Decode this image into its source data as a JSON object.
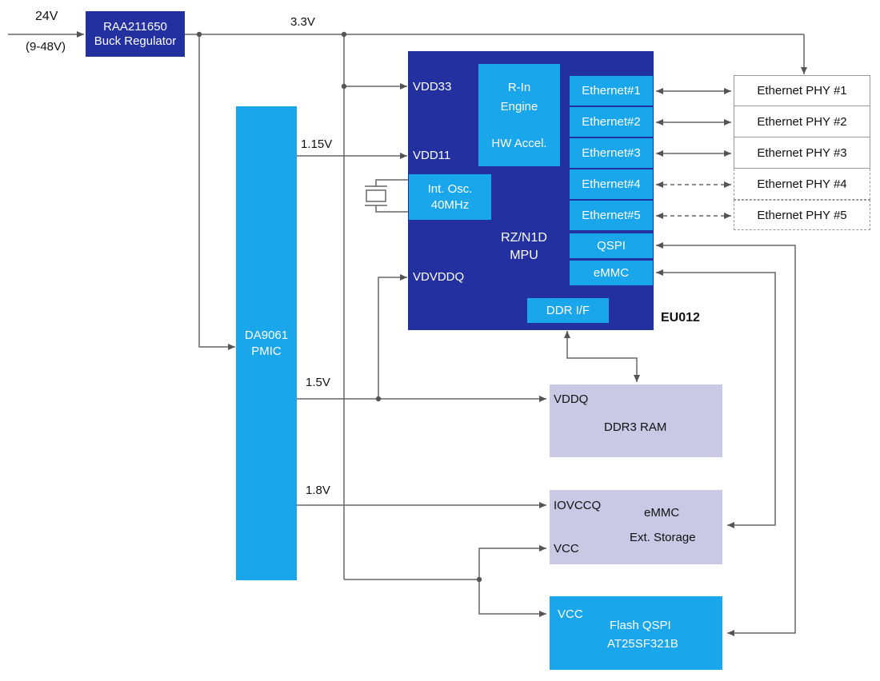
{
  "input": {
    "voltage": "24V",
    "range": "(9-48V)"
  },
  "buck": {
    "line1": "RAA211650",
    "line2": "Buck Regulator"
  },
  "rails": {
    "v33": "3.3V",
    "v115": "1.15V",
    "v15": "1.5V",
    "v18": "1.8V"
  },
  "pmic": {
    "line1": "DA9061",
    "line2": "PMIC"
  },
  "mpu": {
    "pins": {
      "vdd33": "VDD33",
      "vdd11": "VDD11",
      "vdvddq": "VDVDDQ"
    },
    "rin": {
      "line1": "R-In",
      "line2": "Engine",
      "line3": "HW Accel."
    },
    "osc": {
      "line1": "Int. Osc.",
      "line2": "40MHz"
    },
    "name": {
      "line1": "RZ/N1D",
      "line2": "MPU"
    },
    "ports": [
      "Ethernet#1",
      "Ethernet#2",
      "Ethernet#3",
      "Ethernet#4",
      "Ethernet#5"
    ],
    "qspi": "QSPI",
    "emmc": "eMMC",
    "ddr_if": "DDR I/F"
  },
  "eu_label": "EU012",
  "phys": [
    "Ethernet PHY #1",
    "Ethernet PHY #2",
    "Ethernet PHY #3",
    "Ethernet PHY #4",
    "Ethernet PHY #5"
  ],
  "ddr3": {
    "pin": "VDDQ",
    "name": "DDR3 RAM"
  },
  "emmc_storage": {
    "pin1": "IOVCCQ",
    "pin2": "VCC",
    "line1": "eMMC",
    "line2": "Ext. Storage"
  },
  "flash": {
    "pin": "VCC",
    "line1": "Flash QSPI",
    "line2": "AT25SF321B"
  },
  "colors": {
    "dark_blue": "#2230a0",
    "light_blue": "#1aa6ea",
    "lavender": "#c9c9e6",
    "line": "#555555"
  }
}
